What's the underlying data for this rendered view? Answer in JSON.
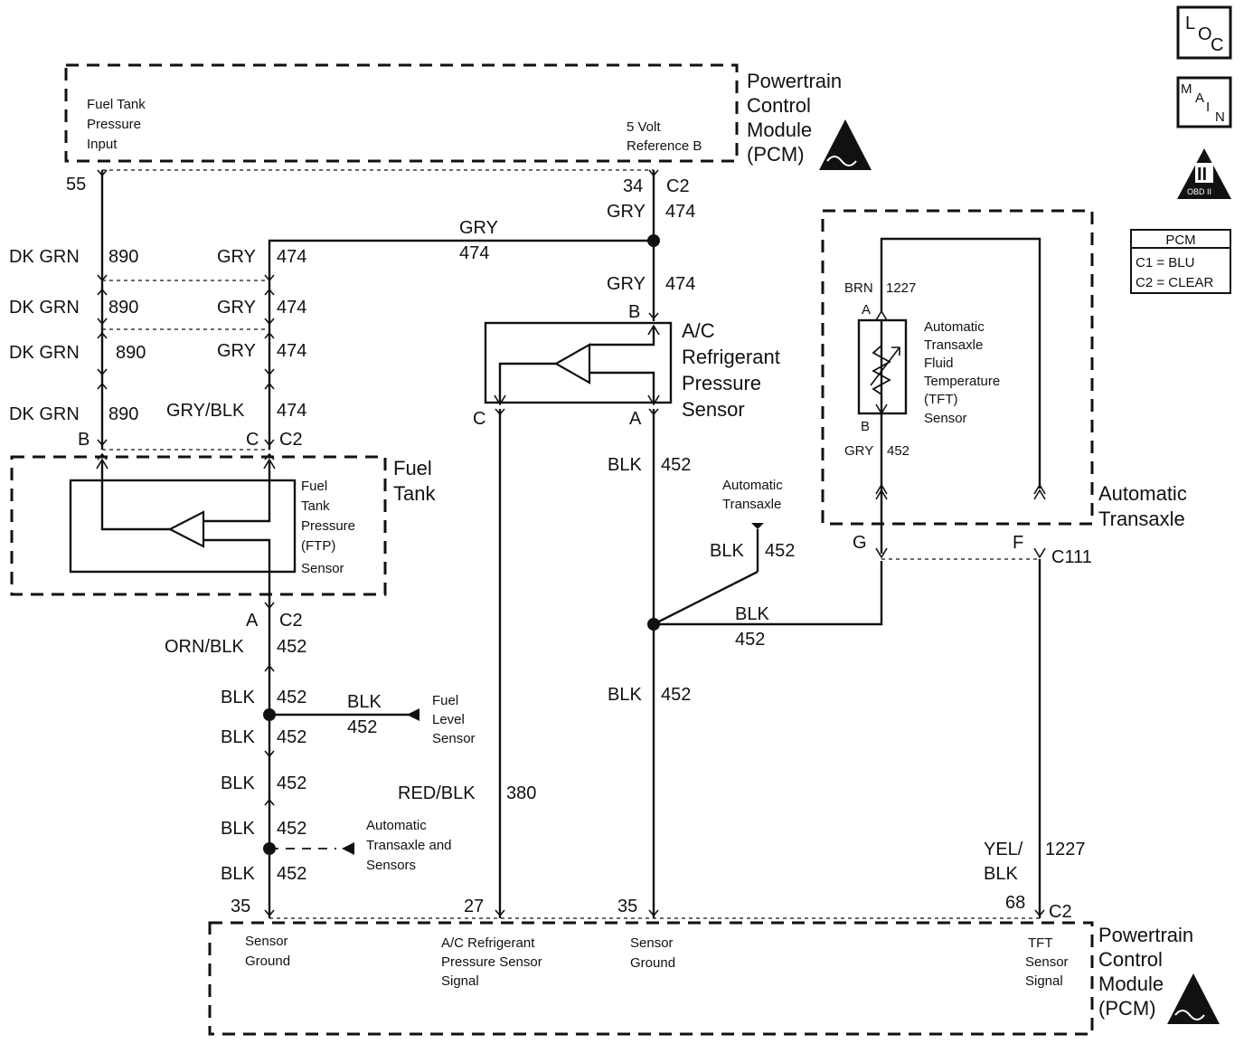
{
  "modules": {
    "pcm_top": {
      "title_lines": [
        "Powertrain",
        "Control",
        "Module",
        "(PCM)"
      ]
    },
    "pcm_bottom": {
      "title_lines": [
        "Powertrain",
        "Control",
        "Module",
        "(PCM)"
      ]
    },
    "fuel_tank": {
      "title_lines": [
        "Fuel",
        "Tank"
      ]
    },
    "transaxle": {
      "title_lines": [
        "Automatic",
        "Transaxle"
      ]
    }
  },
  "icons": {
    "loc": {
      "letters": [
        "L",
        "O",
        "C"
      ]
    },
    "main": {
      "letters": [
        "M",
        "A",
        "I",
        "N"
      ]
    },
    "obd": {
      "numeral": "II",
      "text": "OBD II"
    },
    "esd": "electrostatic-discharge-triangle-icon"
  },
  "pcm_legend": {
    "title": "PCM",
    "rows": [
      "C1 = BLU",
      "C2 = CLEAR"
    ]
  },
  "top_pins": {
    "ftp_input": {
      "lines": [
        "Fuel Tank",
        "Pressure",
        "Input"
      ],
      "pin": "55"
    },
    "ref5v": {
      "lines": [
        "5 Volt",
        "Reference B"
      ],
      "pin": "34",
      "connector": "C2"
    }
  },
  "bottom_pins": {
    "ground1": {
      "lines": [
        "Sensor",
        "Ground"
      ],
      "pin": "35"
    },
    "ac_signal": {
      "lines": [
        "A/C Refrigerant",
        "Pressure Sensor",
        "Signal"
      ],
      "pin": "27"
    },
    "ground2": {
      "lines": [
        "Sensor",
        "Ground"
      ],
      "pin": "35"
    },
    "tft_signal": {
      "lines": [
        "TFT",
        "Sensor",
        "Signal"
      ],
      "pin": "68",
      "connector": "C2"
    }
  },
  "components": {
    "ftp_sensor": {
      "lines": [
        "Fuel",
        "Tank",
        "Pressure",
        "(FTP)",
        "Sensor"
      ]
    },
    "ac_sensor": {
      "lines": [
        "A/C",
        "Refrigerant",
        "Pressure",
        "Sensor"
      ]
    },
    "tft_sensor": {
      "lines": [
        "Automatic",
        "Transaxle",
        "Fluid",
        "Temperature",
        "(TFT)",
        "Sensor"
      ]
    }
  },
  "wires": {
    "ftp_column": [
      {
        "color": "DK GRN",
        "circuit": "890"
      },
      {
        "color": "DK GRN",
        "circuit": "890"
      },
      {
        "color": "DK GRN",
        "circuit": "890"
      },
      {
        "color": "DK GRN",
        "circuit": "890"
      }
    ],
    "ref_column": [
      {
        "color": "GRY",
        "circuit": "474"
      },
      {
        "color": "GRY",
        "circuit": "474"
      },
      {
        "color": "GRY",
        "circuit": "474"
      },
      {
        "color": "GRY/BLK",
        "circuit": "474"
      }
    ],
    "ref_branch": {
      "color": "GRY",
      "circuit": "474"
    },
    "ref_main": [
      {
        "color": "GRY",
        "circuit": "474"
      },
      {
        "color": "GRY",
        "circuit": "474"
      }
    ],
    "ground_column": [
      {
        "color": "ORN/BLK",
        "circuit": "452"
      },
      {
        "color": "BLK",
        "circuit": "452"
      },
      {
        "color": "BLK",
        "circuit": "452"
      },
      {
        "color": "BLK",
        "circuit": "452"
      },
      {
        "color": "BLK",
        "circuit": "452"
      },
      {
        "color": "BLK",
        "circuit": "452"
      }
    ],
    "fuel_level_branch": {
      "color": "BLK",
      "circuit": "452"
    },
    "ac_ground": [
      {
        "color": "BLK",
        "circuit": "452"
      },
      {
        "color": "BLK",
        "circuit": "452"
      }
    ],
    "ac_signal": {
      "color": "RED/BLK",
      "circuit": "380"
    },
    "transaxle_branch": {
      "color": "BLK",
      "circuit": "452"
    },
    "transaxle_ground_branch": {
      "color": "BLK",
      "circuit": "452"
    },
    "tft_top": {
      "color": "BRN",
      "circuit": "1227"
    },
    "tft_bottom": {
      "color": "GRY",
      "circuit": "452"
    },
    "tft_signal": {
      "color_lines": [
        "YEL/",
        "BLK"
      ],
      "circuit": "1227"
    }
  },
  "connector_labels": {
    "ftp_B": "B",
    "ftp_C": "C",
    "ftp_C2": "C2",
    "ftp_A": "A",
    "ftp_A_C2": "C2",
    "ac_B": "B",
    "ac_C": "C",
    "ac_A": "A",
    "tft_A": "A",
    "tft_B": "B",
    "c111_G": "G",
    "c111_F": "F",
    "c111": "C111"
  },
  "references": {
    "fuel_level": {
      "lines": [
        "Fuel",
        "Level",
        "Sensor"
      ]
    },
    "trans_and_sensors": {
      "lines": [
        "Automatic",
        "Transaxle and",
        "Sensors"
      ]
    },
    "transaxle_ref": {
      "lines": [
        "Automatic",
        "Transaxle"
      ]
    }
  }
}
